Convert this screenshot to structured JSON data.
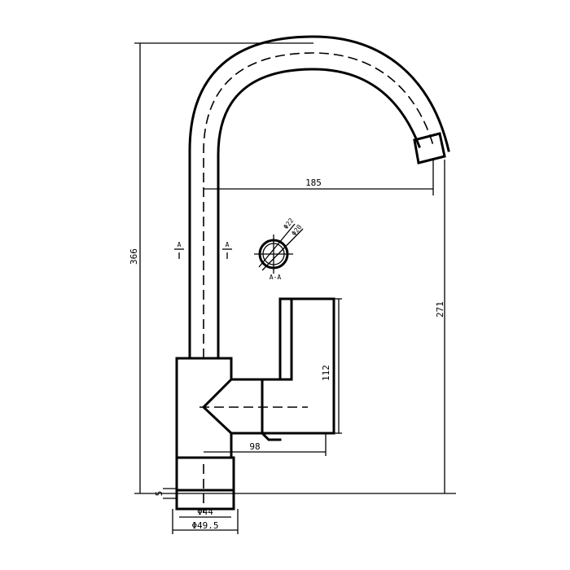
{
  "drawing": {
    "dimensions": {
      "total_height": "366",
      "spout_reach": "185",
      "spout_height": "271",
      "handle_height": "112",
      "body_depth": "98",
      "base_thickness": "5",
      "base_inner_diameter": "Φ44",
      "base_outer_diameter": "Φ49.5"
    },
    "section": {
      "marker_left": "A",
      "marker_right": "A",
      "label": "A-A",
      "outer_diameter": "Φ22",
      "inner_diameter": "Φ20"
    }
  }
}
